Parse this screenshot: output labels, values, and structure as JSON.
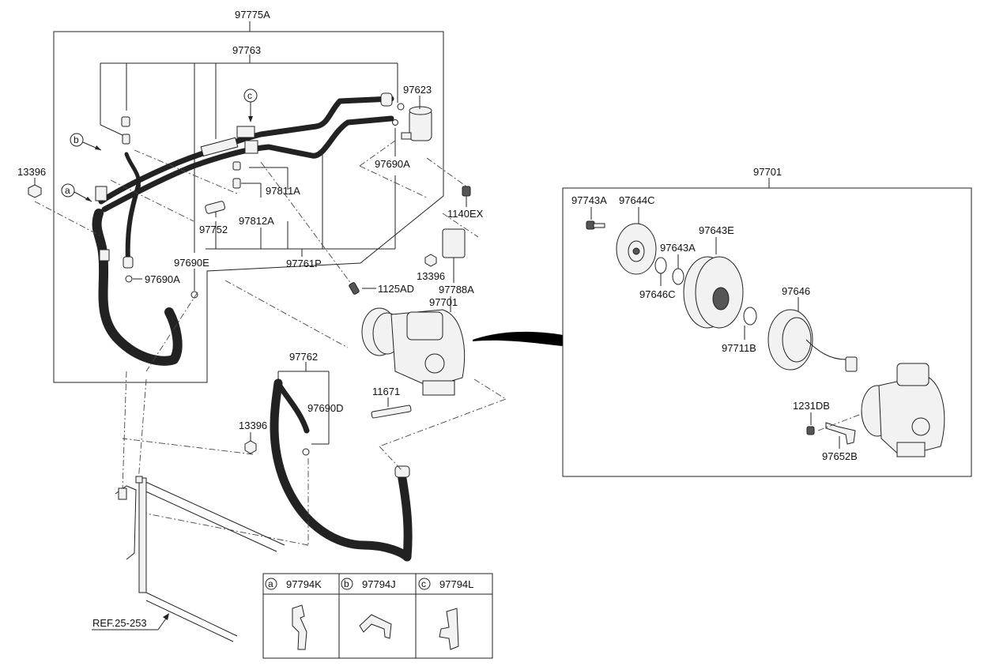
{
  "labels": {
    "assy_97775A": "97775A",
    "p97763": "97763",
    "p97623": "97623",
    "p97690A_top": "97690A",
    "p1140EX": "1140EX",
    "p13396_left": "13396",
    "p97811A": "97811A",
    "p97752": "97752",
    "p97812A": "97812A",
    "p97690E": "97690E",
    "p97761P": "97761P",
    "p97690A_bottom": "97690A",
    "p13396_mid": "13396",
    "p97788A": "97788A",
    "p1125AD": "1125AD",
    "p97701": "97701",
    "p97762": "97762",
    "p97690D": "97690D",
    "p11671": "11671",
    "p13396_low": "13396",
    "ref": "REF.25-253"
  },
  "callouts": {
    "a": "a",
    "b": "b",
    "c": "c"
  },
  "detail": {
    "title": "97701",
    "p97743A": "97743A",
    "p97644C": "97644C",
    "p97643E": "97643E",
    "p97643A": "97643A",
    "p97646C": "97646C",
    "p97646": "97646",
    "p97711B": "97711B",
    "p1231DB": "1231DB",
    "p97652B": "97652B"
  },
  "legend": [
    {
      "letter": "a",
      "part": "97794K"
    },
    {
      "letter": "b",
      "part": "97794J"
    },
    {
      "letter": "c",
      "part": "97794L"
    }
  ]
}
